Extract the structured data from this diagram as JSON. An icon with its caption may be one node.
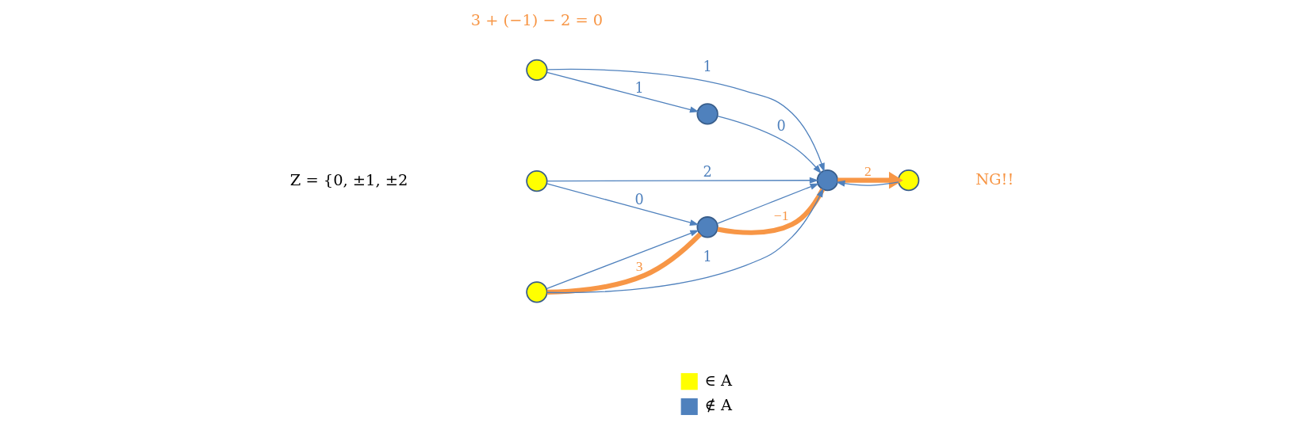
{
  "diagram": {
    "nodes": [
      {
        "text": [],
        "shape": "circle"
      },
      {
        "text": [],
        "shape": "circle"
      },
      {
        "text": [],
        "shape": "circle"
      },
      {
        "text": [],
        "shape": "circle"
      },
      {
        "text": [],
        "shape": "circle"
      },
      {
        "text": [],
        "shape": "circle"
      },
      {
        "text": [],
        "shape": "circle"
      }
    ],
    "edges": [
      {
        "from": 0,
        "to": 1,
        "arrow": "to",
        "label": "1"
      },
      {
        "from": 1,
        "to": 5,
        "arrow": "to",
        "label": "0"
      },
      {
        "from": 2,
        "to": 3,
        "arrow": "to",
        "label": "0"
      },
      {
        "from": 2,
        "to": 5,
        "arrow": "to",
        "label": "2"
      },
      {
        "from": 4,
        "to": 5,
        "arrow": "to",
        "label": "1"
      },
      {
        "from": 0,
        "to": 5,
        "arrow": "to",
        "label": "1"
      },
      {
        "from": 4,
        "to": 3,
        "arrow": "to"
      },
      {
        "from": 3,
        "to": 5,
        "arrow": "to"
      },
      {
        "from": 6,
        "to": 5,
        "arrow": "to"
      },
      {
        "from": 4,
        "to": 3,
        "arrow": "none",
        "label": "3",
        "style": "thick",
        "color": "#f79646"
      },
      {
        "from": 3,
        "to": 5,
        "arrow": "none",
        "label": "−1",
        "style": "thick",
        "color": "#f79646"
      },
      {
        "from": 5,
        "to": 6,
        "arrow": "to",
        "label": "2",
        "style": "thick",
        "color": "#f79646"
      }
    ],
    "labels": [
      "Z = {0, ±1, ±2",
      "3 + (−1) − 2 = 0",
      "NG!!"
    ],
    "legend": [
      {
        "text": "∈ A",
        "color": "#ffff00"
      },
      {
        "text": "∉ A",
        "color": "#4f81bd"
      }
    ]
  }
}
